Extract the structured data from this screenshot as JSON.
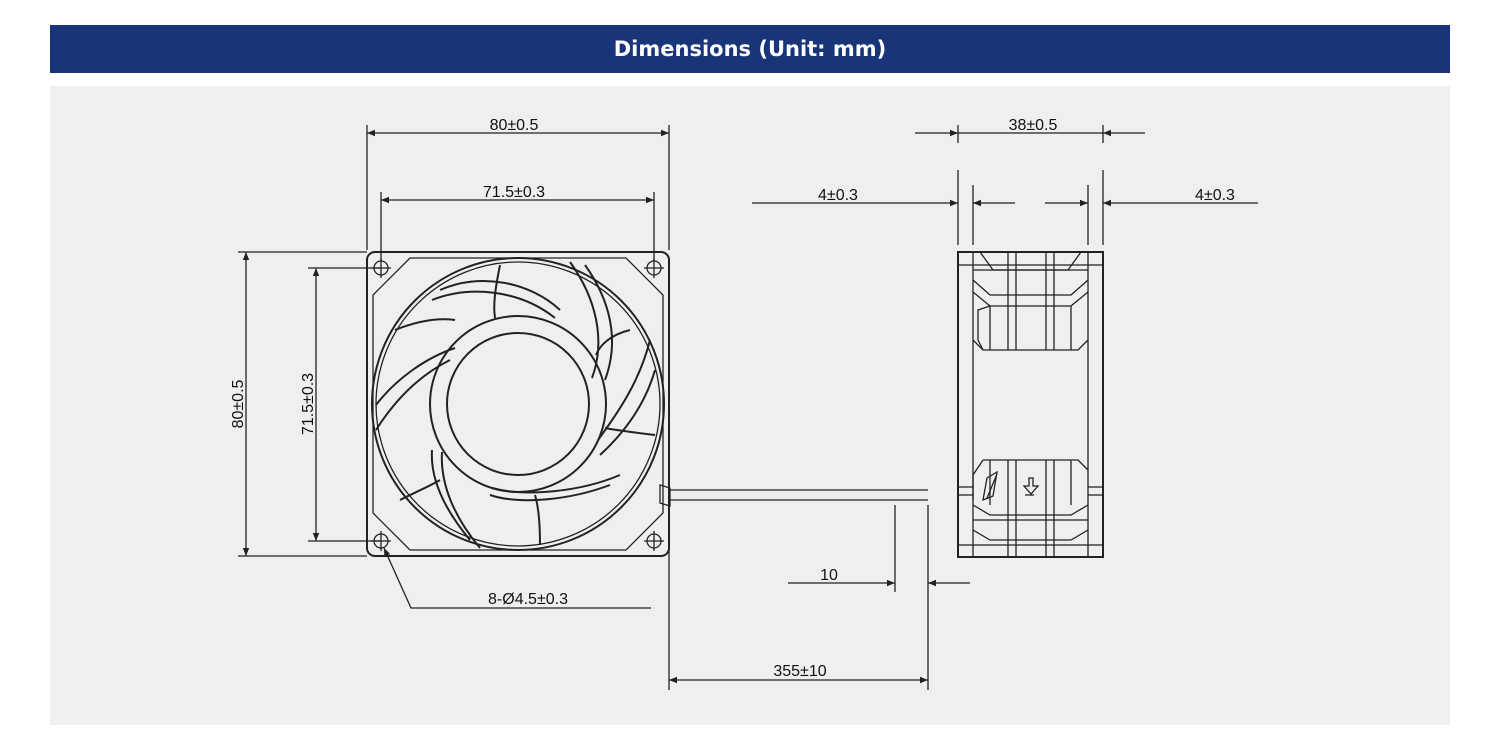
{
  "header": {
    "title": "Dimensions (Unit: mm)"
  },
  "drawing": {
    "front_view": {
      "width_outer": "80±0.5",
      "width_holes": "71.5±0.3",
      "height_outer": "80±0.5",
      "height_holes": "71.5±0.3",
      "mounting_holes": "8-Ø4.5±0.3"
    },
    "cable": {
      "strip_length": "10",
      "lead_length": "355±10"
    },
    "side_view": {
      "depth": "38±0.5",
      "flange_left": "4±0.3",
      "flange_right": "4±0.3"
    }
  }
}
